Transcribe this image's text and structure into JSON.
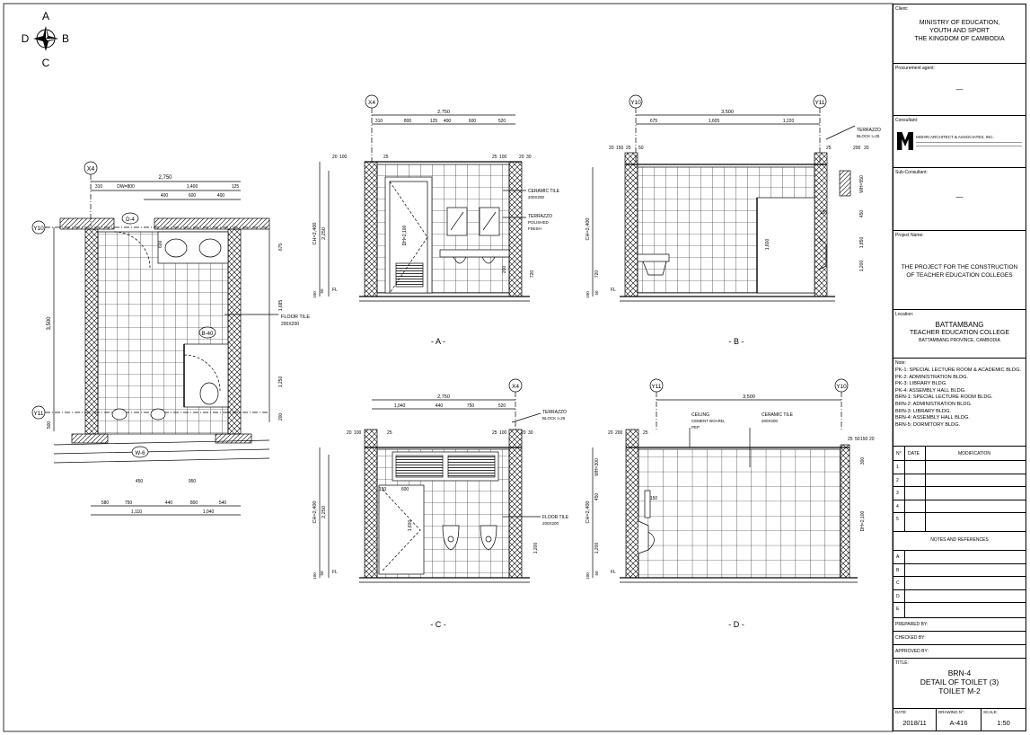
{
  "compass": {
    "north": "A",
    "east": "B",
    "south": "C",
    "west": "D"
  },
  "plan": {
    "grid": [
      "X4",
      "Y10",
      "Y11"
    ],
    "overall_dim": "2,750",
    "top_dims": [
      "DW=800",
      "1,400",
      "125",
      "310",
      "400",
      "600",
      "400"
    ],
    "left_dims": [
      "3,500",
      "500"
    ],
    "right_dims": [
      "675",
      "1,685",
      "1,250",
      "200"
    ],
    "bottom_dims": [
      "580",
      "750",
      "440",
      "800",
      "540"
    ],
    "bottom_totals": [
      "1,110",
      "1,040"
    ],
    "floor_tile": "FLOOR TILE",
    "floor_tile_size": "200X200",
    "tags": [
      "D-4",
      "B-40",
      "W-6"
    ],
    "small_dims": [
      "600",
      "450",
      "950"
    ]
  },
  "elevations": {
    "A": {
      "label": "- A -",
      "grid": "X4",
      "dims_top": [
        "2,750",
        "310",
        "800",
        "125",
        "400",
        "600",
        "520"
      ],
      "notes": [
        "CERAMIC TILE",
        "200X200",
        "TERRAZZO",
        "POLISHED",
        "FINISH"
      ],
      "heights": [
        "CH=2,400",
        "2,250",
        "DH=2,100",
        "720",
        "200",
        "100",
        "50",
        "FL"
      ],
      "edge_dims": [
        "20",
        "100",
        "25",
        "25",
        "100",
        "20",
        "30"
      ]
    },
    "B": {
      "label": "- B -",
      "grid": [
        "Y10",
        "Y11"
      ],
      "dims_top": [
        "3,500",
        "675",
        "1,605",
        "1,220"
      ],
      "notes": [
        "TERRAZZO",
        "BLOCK t=25"
      ],
      "heights": [
        "CH=2,400",
        "720",
        "1,600",
        "150",
        "WH=550",
        "450",
        "1,850",
        "1,200",
        "100",
        "50",
        "FL"
      ],
      "edge_dims": [
        "20",
        "150",
        "25",
        "50",
        "25",
        "200",
        "20"
      ]
    },
    "C": {
      "label": "- C -",
      "grid": "X4",
      "dims_top": [
        "2,750",
        "1,040",
        "440",
        "750",
        "520"
      ],
      "notes": [
        "TERRAZZO",
        "BLOCK t=25",
        "FLOOR TILE",
        "200X200"
      ],
      "heights": [
        "CH=2,400",
        "2,250",
        "1,600",
        "1,200",
        "600",
        "150",
        "100",
        "50",
        "FL"
      ],
      "edge_dims": [
        "20",
        "100",
        "25",
        "25",
        "100",
        "20",
        "30"
      ]
    },
    "D": {
      "label": "- D -",
      "grid": [
        "Y11",
        "Y10"
      ],
      "dims_top": [
        "3,500"
      ],
      "notes": [
        "CEILING",
        "CEMENT BOARD,",
        "PEP",
        "CERAMIC TILE",
        "200X200"
      ],
      "heights": [
        "CH=2,400",
        "WH=300",
        "450",
        "150",
        "1,200",
        "DH=2,100",
        "300",
        "100",
        "50",
        "FL"
      ],
      "edge_dims": [
        "20",
        "200",
        "25",
        "25",
        "50",
        "150",
        "20"
      ]
    }
  },
  "title_block": {
    "client_label": "Client:",
    "client": [
      "MINISTRY OF EDUCATION,",
      "YOUTH AND SPORT",
      "THE KINGDOM OF CAMBODIA"
    ],
    "procurement_label": "Procurement agent:",
    "procurement": "—",
    "consultant_label": "Consultant:",
    "consultant_name": "MOHRI ARCHITECT & ASSOCIATES, INC.",
    "subconsultant_label": "Sub-Consultant:",
    "subconsultant": "—",
    "project_label": "Project Name:",
    "project": [
      "THE PROJECT FOR THE CONSTRUCTION",
      "OF TEACHER EDUCATION COLLEGES"
    ],
    "location_label": "Location:",
    "location": [
      "BATTAMBANG",
      "TEACHER EDUCATION COLLEGE",
      "BATTAMBANG PROVINCE, CAMBODIA"
    ],
    "note_label": "Note:",
    "notes": [
      "PK-1: SPECIAL LECTURE ROOM & ACADEMIC BLDG.",
      "PK-2: ADMINISTRATION BLDG.",
      "PK-3: LIBRARY BLDG.",
      "PK-4: ASSEMBLY HALL BLDG.",
      "BRN-1: SPECIAL LECTURE ROOM BLDG.",
      "BRN-2: ADMINISTRATION BLDG.",
      "BRN-3: LIBRARY BLDG.",
      "BRN-4: ASSEMBLY HALL BLDG.",
      "BRN-5: DORMITORY BLDG."
    ],
    "rev_headers": [
      "N°",
      "DATE",
      "MODIFICATION"
    ],
    "rev_rows": [
      "1",
      "2",
      "3",
      "4",
      "5"
    ],
    "notes_refs_label": "NOTES AND REFERENCES",
    "ref_rows": [
      "A",
      "B",
      "C",
      "D",
      "E"
    ],
    "prepared_by": "PREPARED BY:",
    "checked_by": "CHECKED BY:",
    "approved_by": "APPROVED BY:",
    "title_label": "TITLE:",
    "title": [
      "BRN-4",
      "DETAIL OF TOILET (3)",
      "TOILET M-2"
    ],
    "date_label": "DATE:",
    "date": "2018/11",
    "drawing_label": "DRAWING N°:",
    "drawing_no": "A-416",
    "scale_label": "SCALE:",
    "scale": "1:50"
  }
}
